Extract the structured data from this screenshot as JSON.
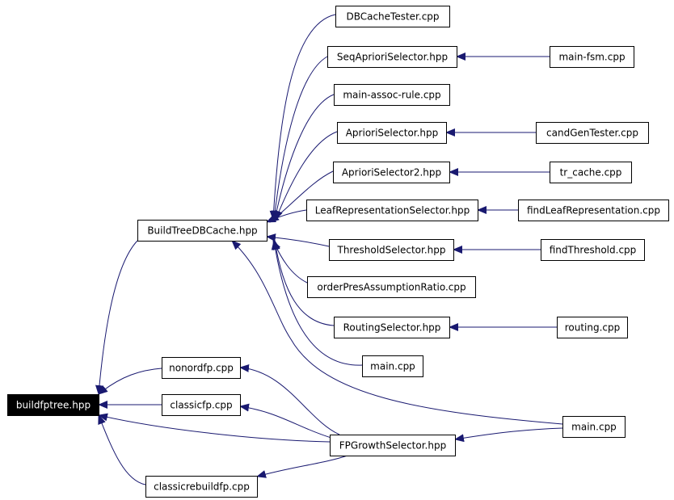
{
  "graph": {
    "edge_color": "#191970",
    "root_fill": "#000000",
    "root_text_color": "#ffffff",
    "nodes": {
      "buildfptree": "buildfptree.hpp",
      "buildtreedbcache": "BuildTreeDBCache.hpp",
      "nonordfp": "nonordfp.cpp",
      "classicfp": "classicfp.cpp",
      "classicrebuildfp": "classicrebuildfp.cpp",
      "fpgrowthselector": "FPGrowthSelector.hpp",
      "dbcachetester": "DBCacheTester.cpp",
      "seqaprioriselector": "SeqAprioriSelector.hpp",
      "main_fsm": "main-fsm.cpp",
      "main_assoc_rule": "main-assoc-rule.cpp",
      "aprioriselector": "AprioriSelector.hpp",
      "candgentester": "candGenTester.cpp",
      "aprioriselector2": "AprioriSelector2.hpp",
      "tr_cache": "tr_cache.cpp",
      "leafrepselector": "LeafRepresentationSelector.hpp",
      "findleafrep": "findLeafRepresentation.cpp",
      "thresholdselector": "ThresholdSelector.hpp",
      "findthreshold": "findThreshold.cpp",
      "orderpres": "orderPresAssumptionRatio.cpp",
      "routingselector": "RoutingSelector.hpp",
      "routing": "routing.cpp",
      "main_cpp_mid": "main.cpp",
      "main_cpp_right": "main.cpp"
    },
    "edges": [
      [
        "buildtreedbcache",
        "buildfptree"
      ],
      [
        "nonordfp",
        "buildfptree"
      ],
      [
        "classicfp",
        "buildfptree"
      ],
      [
        "classicrebuildfp",
        "buildfptree"
      ],
      [
        "fpgrowthselector",
        "buildfptree"
      ],
      [
        "dbcachetester",
        "buildtreedbcache"
      ],
      [
        "seqaprioriselector",
        "buildtreedbcache"
      ],
      [
        "main_assoc_rule",
        "buildtreedbcache"
      ],
      [
        "aprioriselector",
        "buildtreedbcache"
      ],
      [
        "aprioriselector2",
        "buildtreedbcache"
      ],
      [
        "leafrepselector",
        "buildtreedbcache"
      ],
      [
        "thresholdselector",
        "buildtreedbcache"
      ],
      [
        "orderpres",
        "buildtreedbcache"
      ],
      [
        "routingselector",
        "buildtreedbcache"
      ],
      [
        "main_cpp_mid",
        "buildtreedbcache"
      ],
      [
        "main_cpp_right",
        "buildtreedbcache"
      ],
      [
        "main_fsm",
        "seqaprioriselector"
      ],
      [
        "candgentester",
        "aprioriselector"
      ],
      [
        "tr_cache",
        "aprioriselector2"
      ],
      [
        "findleafrep",
        "leafrepselector"
      ],
      [
        "findthreshold",
        "thresholdselector"
      ],
      [
        "routing",
        "routingselector"
      ],
      [
        "fpgrowthselector",
        "nonordfp"
      ],
      [
        "fpgrowthselector",
        "classicfp"
      ],
      [
        "fpgrowthselector",
        "classicrebuildfp"
      ],
      [
        "main_cpp_right",
        "fpgrowthselector"
      ]
    ]
  }
}
